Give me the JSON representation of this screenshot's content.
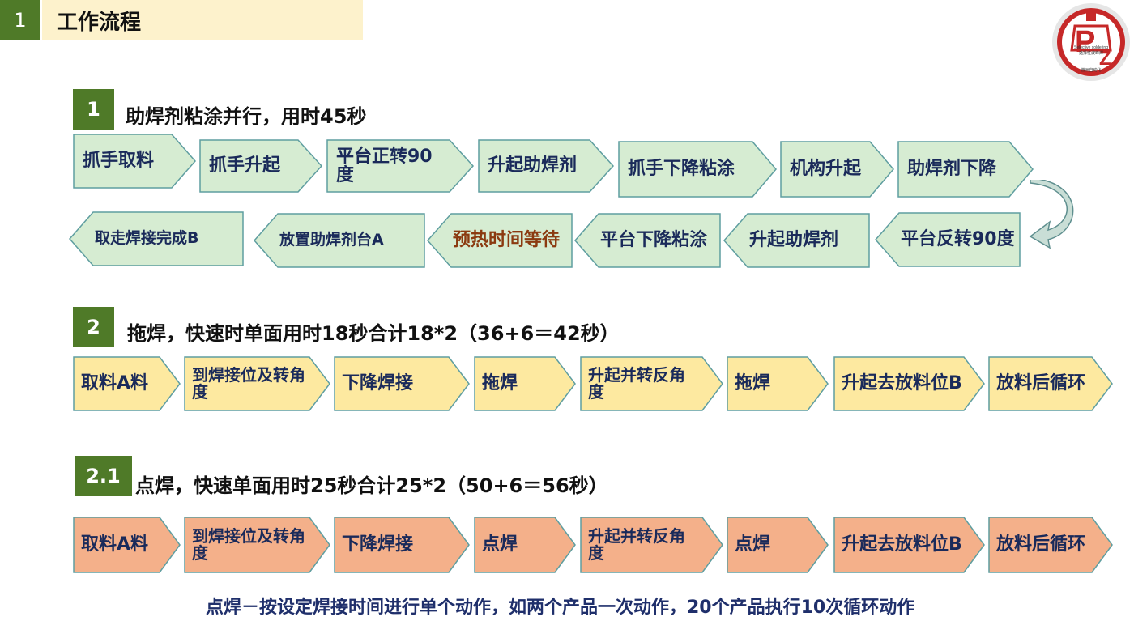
{
  "header": {
    "number": "1",
    "title": "工作流程"
  },
  "logo": {
    "text": "Selective soldering\n选择性波峰焊\n普洲自动化"
  },
  "colors": {
    "green_bg": "#d6ecd2",
    "green_border": "#5f9ea0",
    "yellow_bg": "#fde9a0",
    "orange_bg": "#f4b08a",
    "badge": "#4f7a28",
    "text_dark": "#1a2a5a",
    "highlight_text": "#8b3a10"
  },
  "section1": {
    "number": "1",
    "title": "助焊剂粘涂并行，用时45秒",
    "row1": [
      "抓手取料",
      "抓手升起",
      "平台正转90度",
      "升起助焊剂",
      "抓手下降粘涂",
      "机构升起",
      "助焊剂下降"
    ],
    "row2": [
      "平台反转90度",
      "升起助焊剂",
      "平台下降粘涂",
      "预热时间等待",
      "放置助焊剂台A",
      "取走焊接完成B"
    ]
  },
  "section2": {
    "number": "2",
    "title": "拖焊，快速时单面用时18秒合计18*2（36+6＝42秒）",
    "steps": [
      "取料A料",
      "到焊接位及转角度",
      "下降焊接",
      "拖焊",
      "升起并转反角度",
      "拖焊",
      "升起去放料位B",
      "放料后循环"
    ]
  },
  "section21": {
    "number": "2.1",
    "title": "点焊，快速单面用时25秒合计25*2（50+6＝56秒）",
    "steps": [
      "取料A料",
      "到焊接位及转角度",
      "下降焊接",
      "点焊",
      "升起并转反角度",
      "点焊",
      "升起去放料位B",
      "放料后循环"
    ]
  },
  "note": "点焊－按设定焊接时间进行单个动作，如两个产品一次动作，20个产品执行10次循环动作"
}
